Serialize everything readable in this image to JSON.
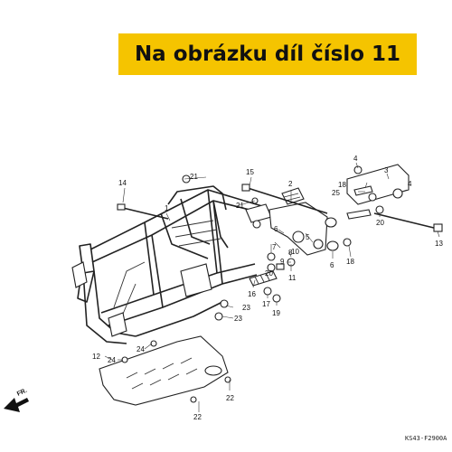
{
  "banner": {
    "text": "Na obrázku díl číslo 11",
    "color": "#f5c400"
  },
  "diagram_code": "KS43-F2900A",
  "direction_label": "FR.",
  "callouts": [
    {
      "id": "c1",
      "text": "1"
    },
    {
      "id": "c2",
      "text": "2"
    },
    {
      "id": "c3",
      "text": "3"
    },
    {
      "id": "c4a",
      "text": "4"
    },
    {
      "id": "c4b",
      "text": "4"
    },
    {
      "id": "c5",
      "text": "5"
    },
    {
      "id": "c6a",
      "text": "6"
    },
    {
      "id": "c6b",
      "text": "6"
    },
    {
      "id": "c7",
      "text": "7"
    },
    {
      "id": "c8",
      "text": "8"
    },
    {
      "id": "c9",
      "text": "9"
    },
    {
      "id": "c10",
      "text": "10"
    },
    {
      "id": "c11",
      "text": "11"
    },
    {
      "id": "c12",
      "text": "12"
    },
    {
      "id": "c13",
      "text": "13"
    },
    {
      "id": "c14",
      "text": "14"
    },
    {
      "id": "c15",
      "text": "15"
    },
    {
      "id": "c16",
      "text": "16"
    },
    {
      "id": "c17",
      "text": "17"
    },
    {
      "id": "c18a",
      "text": "18"
    },
    {
      "id": "c18b",
      "text": "18"
    },
    {
      "id": "c19",
      "text": "19"
    },
    {
      "id": "c20a",
      "text": "20"
    },
    {
      "id": "c20b",
      "text": "20"
    },
    {
      "id": "c21a",
      "text": "21"
    },
    {
      "id": "c21b",
      "text": "21"
    },
    {
      "id": "c22a",
      "text": "22"
    },
    {
      "id": "c22b",
      "text": "22"
    },
    {
      "id": "c23a",
      "text": "23"
    },
    {
      "id": "c23b",
      "text": "23"
    },
    {
      "id": "c24a",
      "text": "24"
    },
    {
      "id": "c24b",
      "text": "24"
    },
    {
      "id": "c25",
      "text": "25"
    }
  ]
}
